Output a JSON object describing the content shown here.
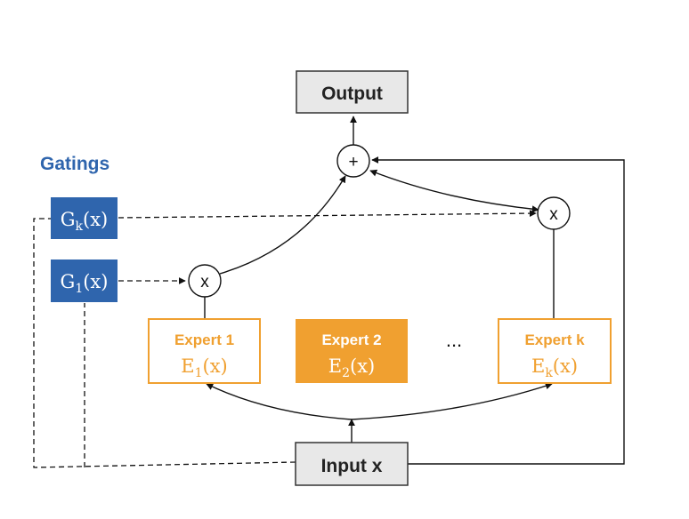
{
  "colors": {
    "gate_fill": "#2f65ad",
    "gate_title": "#2f65ad",
    "expert_orange": "#f0a030",
    "grey_box": "#e8e8e8",
    "line": "#111111"
  },
  "output": {
    "label": "Output"
  },
  "input": {
    "label": "Input x"
  },
  "gatings": {
    "title": "Gatings",
    "gk": {
      "main": "G",
      "sub": "k",
      "arg": "(x)"
    },
    "g1": {
      "main": "G",
      "sub": "1",
      "arg": "(x)"
    }
  },
  "experts": [
    {
      "title": "Expert 1",
      "main": "E",
      "sub": "1",
      "arg": "(x)"
    },
    {
      "title": "Expert 2",
      "main": "E",
      "sub": "2",
      "arg": "(x)"
    },
    {
      "title": "Expert k",
      "main": "E",
      "sub": "k",
      "arg": "(x)"
    }
  ],
  "ellipsis": "...",
  "ops": {
    "sum": "+",
    "mul": "x"
  }
}
